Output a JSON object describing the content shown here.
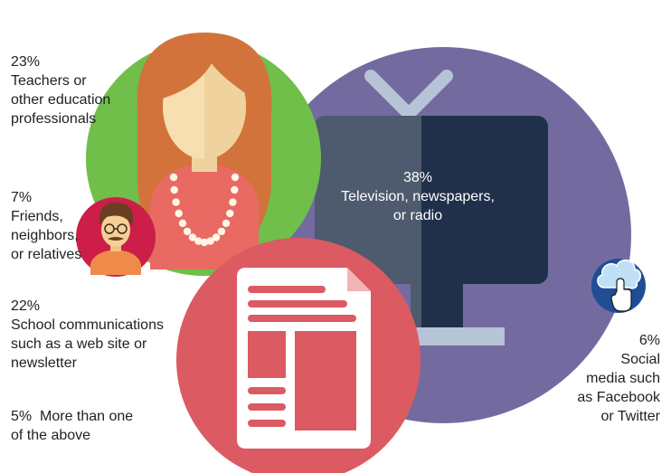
{
  "chart_data": {
    "type": "pie",
    "slices": [
      {
        "value": 38,
        "percent_label": "38%",
        "label_lines": [
          "Television, newspapers,",
          "or radio"
        ],
        "icon": "television-icon",
        "color": "#736ba0"
      },
      {
        "value": 23,
        "percent_label": "23%",
        "label_lines": [
          "Teachers or",
          "other education",
          "professionals"
        ],
        "icon": "teacher-woman-icon",
        "color": "#6fbf4a"
      },
      {
        "value": 22,
        "percent_label": "22%",
        "label_lines": [
          "School communications",
          "such as a web site or",
          "newsletter"
        ],
        "icon": "newsletter-document-icon",
        "color": "#dc5a62"
      },
      {
        "value": 7,
        "percent_label": "7%",
        "label_lines": [
          "Friends,",
          "neighbors,",
          "or relatives"
        ],
        "icon": "man-with-glasses-icon",
        "color": "#cc1e48"
      },
      {
        "value": 6,
        "percent_label": "6%",
        "label_lines": [
          "Social",
          "media such",
          "as Facebook",
          "or Twitter"
        ],
        "icon": "cloud-click-icon",
        "color": "#1f4e96"
      },
      {
        "value": 5,
        "percent_label": "5%",
        "label_lines": [
          "More than one",
          "of the above"
        ],
        "icon": "",
        "color": ""
      }
    ]
  }
}
